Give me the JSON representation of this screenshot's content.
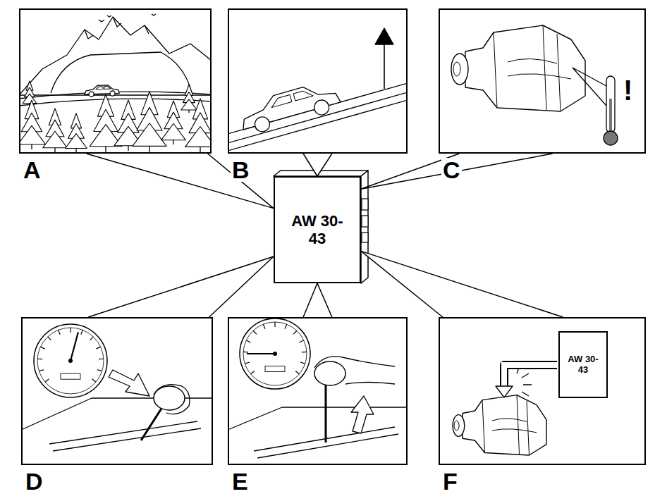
{
  "diagram": {
    "nodes": [
      {
        "text": [
          "A"
        ]
      },
      {
        "text": [
          "B"
        ]
      },
      {
        "text": [
          "C"
        ]
      },
      {
        "text": [
          "AW 30-43"
        ]
      },
      {
        "text": [
          "D"
        ]
      },
      {
        "text": [
          "E"
        ]
      },
      {
        "text": [
          "F"
        ]
      },
      {
        "text": [
          "AW 30-43"
        ],
        "in": 6
      }
    ],
    "edges": [
      {
        "from": 0,
        "to": 3,
        "arrow": "to"
      },
      {
        "from": 1,
        "to": 3,
        "arrow": "to"
      },
      {
        "from": 2,
        "to": 3,
        "arrow": "to"
      },
      {
        "from": 4,
        "to": 3,
        "arrow": "to"
      },
      {
        "from": 5,
        "to": 3,
        "arrow": "to"
      },
      {
        "from": 6,
        "to": 3,
        "arrow": "to"
      }
    ],
    "labels": [
      "!"
    ]
  }
}
